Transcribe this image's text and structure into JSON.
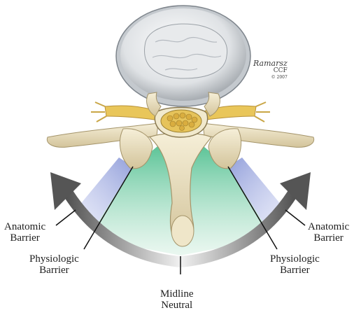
{
  "labels": {
    "anatomic_left": {
      "line1": "Anatomic",
      "line2": "Barrier"
    },
    "physio_left": {
      "line1": "Physiologic",
      "line2": "Barrier"
    },
    "midline": {
      "line1": "Midline",
      "line2": "Neutral"
    },
    "physio_right": {
      "line1": "Physiologic",
      "line2": "Barrier"
    },
    "anatomic_right": {
      "line1": "Anatomic",
      "line2": "Barrier"
    }
  },
  "signature": {
    "name": "Ramarsz",
    "org": "CCF",
    "copyright": "© 2007"
  },
  "colors": {
    "anatomic_zone": "#8c9ad8",
    "physiologic_zone": "#6cc9a0",
    "arrow_dark": "#555555",
    "arrow_light": "#f2f2f2",
    "bone": "#ece3c6",
    "bone_shade": "#c9ba8e",
    "nerve": "#e9c65a",
    "disc": "#d2d5d8"
  }
}
